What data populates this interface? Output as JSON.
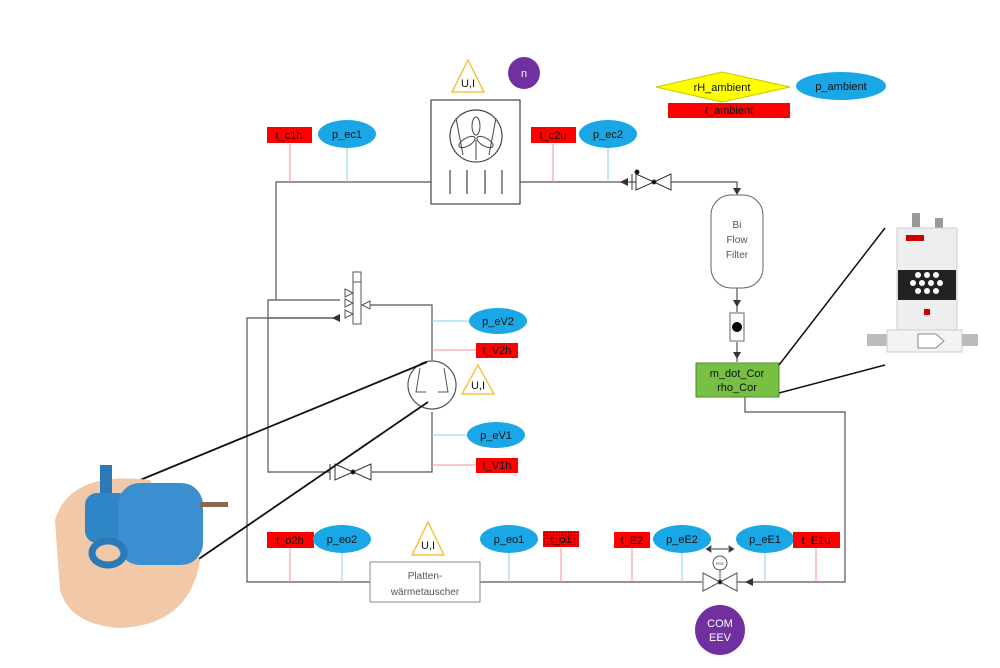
{
  "colors": {
    "temperature_sensor": "#ff0000",
    "pressure_sensor": "#1aa7e6",
    "power_measure": "#f5c542",
    "control_signal": "#7030a0",
    "flow_meter": "#77c043",
    "humidity": "#ffff00",
    "pipe": "#555555"
  },
  "ambient": {
    "humidity": "rH_ambient",
    "temperature": "t_ambient",
    "pressure": "p_ambient"
  },
  "condenser": {
    "power": "U,I",
    "speed": "n",
    "sensors": {
      "t_in": "t_c1h",
      "p_in": "p_ec1",
      "t_out": "t_c2u",
      "p_out": "p_ec2"
    }
  },
  "filter": {
    "line1": "Bi",
    "line2": "Flow",
    "line3": "Filter"
  },
  "flow_meter": {
    "line1": "m_dot_Cor",
    "line2": "rho_Cor"
  },
  "compressor": {
    "power": "U,I",
    "sensors": {
      "p_out": "p_eV2",
      "t_out": "t_V2h",
      "p_in": "p_eV1",
      "t_in": "t_V1h"
    }
  },
  "evaporator": {
    "line1": "Platten-",
    "line2": "wärmetauscher",
    "power": "U,I",
    "sensors": {
      "t_o2h": "t_o2h",
      "p_eo2": "p_eo2",
      "p_eo1": "p_eo1",
      "t_o1": "t_o1"
    }
  },
  "expansion": {
    "sensors": {
      "t_E2": "t_E2",
      "p_eE2": "p_eE2",
      "p_eE1": "p_eE1",
      "t_E1u": "t_E1u"
    },
    "valve_label": "PCE",
    "control_line1": "COM",
    "control_line2": "EEV"
  }
}
